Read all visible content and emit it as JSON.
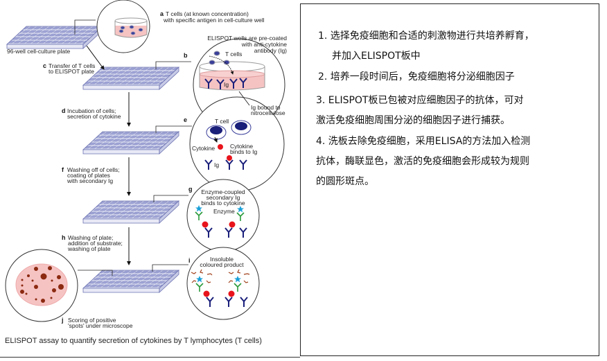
{
  "diagram": {
    "a_letter": "a",
    "a_line1": "T cells (at known concentration)",
    "a_line2": "with specific antigen in cell-culture well",
    "plate_label": "96-well cell-culture plate",
    "b_letter": "b",
    "b_note1": "ELISPOT wells are pre-coated",
    "b_note2": "with anti-cytokine",
    "b_note3": "antibody (Ig)",
    "b_tcells": "T cells",
    "b_ig": "Ig",
    "b_bound1": "Ig bound to",
    "b_bound2": "nitrocellulose",
    "c_letter": "c",
    "c_line1": "Transfer of T cells",
    "c_line2": "to ELISPOT plate",
    "d_letter": "d",
    "d_line1": "Incubation of cells;",
    "d_line2": "secretion of cytokine",
    "e_letter": "e",
    "e_tcell": "T cell",
    "e_cytokine": "Cytokine",
    "e_binds1": "Cytokine",
    "e_binds2": "binds to Ig",
    "e_ig": "Ig",
    "f_letter": "f",
    "f_line1": "Washing off of cells;",
    "f_line2": "coating of plates",
    "f_line3": "with secondary Ig",
    "g_letter": "g",
    "g_line1": "Enzyme-coupled",
    "g_line2": "secondary Ig",
    "g_line3": "binds to cytokine",
    "g_enzyme": "Enzyme",
    "h_letter": "h",
    "h_line1": "Washing of plate;",
    "h_line2": "addition of substrate;",
    "h_line3": "washing of plate",
    "i_letter": "i",
    "i_line1": "Insoluble",
    "i_line2": "coloured product",
    "j_letter": "j",
    "j_line1": "Scoring of positive",
    "j_line2": "'spots' under microscope",
    "caption": "ELISPOT assay to quantify secretion of cytokines by T lymphocytes (T cells)"
  },
  "notes": [
    "1. 选择免疫细胞和合适的刺激物进行共培养孵育，",
    "并加入ELISPOT板中",
    "2. 培养一段时间后，免疫细胞将分泌细胞因子",
    "3. ELISPOT板已包被对应细胞因子的抗体，可对",
    "激活免疫细胞周围分泌的细胞因子进行捕获。",
    "4. 洗板去除免疫细胞，采用ELISA的方法加入检测",
    "抗体，酶联显色，激活的免疫细胞会形成较为规则",
    "的圆形斑点。"
  ],
  "colors": {
    "plate": "#8a8fc4",
    "well_fluid": "#f6c3c3",
    "antibody": "#1a1f7a",
    "cytokine": "#e8141c",
    "enzyme": "#1aa0d8",
    "secondary": "#2a9a3a",
    "product": "#a0401a",
    "spot": "#8b2a10"
  }
}
